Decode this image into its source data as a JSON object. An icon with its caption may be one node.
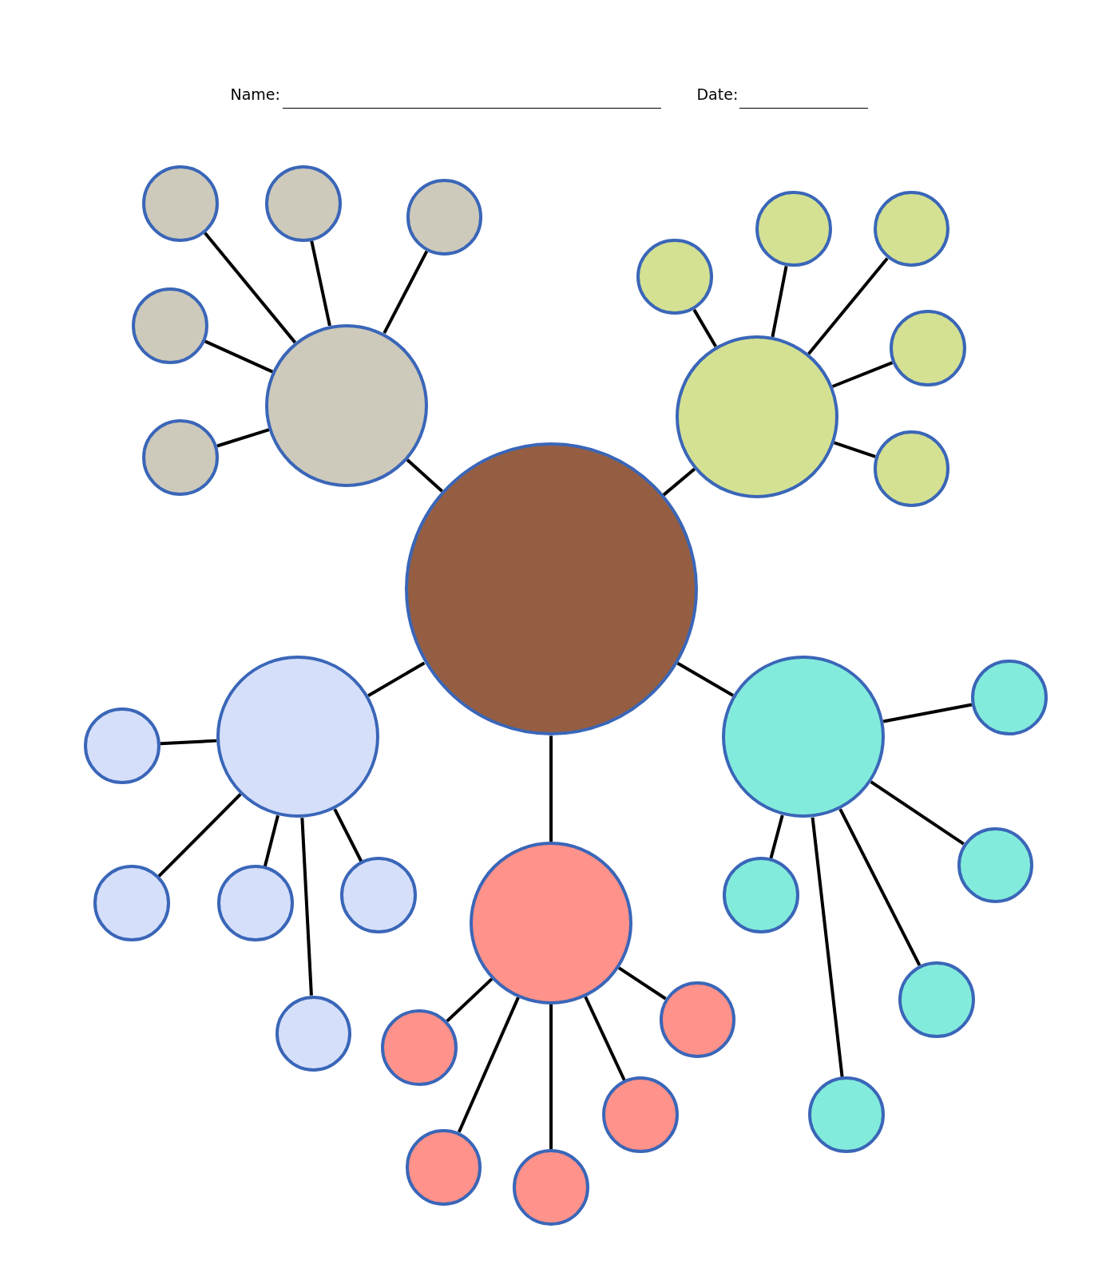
{
  "diagram": {
    "nodes": [
      {
        "text": [],
        "shape": "circle"
      },
      {
        "text": [],
        "shape": "circle"
      },
      {
        "text": [],
        "shape": "circle"
      },
      {
        "text": [],
        "shape": "circle"
      },
      {
        "text": [],
        "shape": "circle"
      },
      {
        "text": [],
        "shape": "circle"
      },
      {
        "text": [],
        "shape": "circle"
      },
      {
        "text": [],
        "shape": "circle"
      },
      {
        "text": [],
        "shape": "circle"
      },
      {
        "text": [],
        "shape": "circle"
      },
      {
        "text": [],
        "shape": "circle"
      },
      {
        "text": [],
        "shape": "circle"
      },
      {
        "text": [],
        "shape": "circle"
      },
      {
        "text": [],
        "shape": "circle"
      },
      {
        "text": [],
        "shape": "circle"
      },
      {
        "text": [],
        "shape": "circle"
      },
      {
        "text": [],
        "shape": "circle"
      },
      {
        "text": [],
        "shape": "circle"
      },
      {
        "text": [],
        "shape": "circle"
      },
      {
        "text": [],
        "shape": "circle"
      },
      {
        "text": [],
        "shape": "circle"
      },
      {
        "text": [],
        "shape": "circle"
      },
      {
        "text": [],
        "shape": "circle"
      },
      {
        "text": [],
        "shape": "circle"
      },
      {
        "text": [],
        "shape": "circle"
      },
      {
        "text": [],
        "shape": "circle"
      },
      {
        "text": [],
        "shape": "circle"
      },
      {
        "text": [],
        "shape": "circle"
      },
      {
        "text": [],
        "shape": "circle"
      },
      {
        "text": [],
        "shape": "circle"
      },
      {
        "text": [],
        "shape": "circle"
      }
    ],
    "edges": [
      {
        "from": 0,
        "to": 1,
        "arrow": "none"
      },
      {
        "from": 1,
        "to": 2,
        "arrow": "none"
      },
      {
        "from": 1,
        "to": 3,
        "arrow": "none"
      },
      {
        "from": 1,
        "to": 4,
        "arrow": "none"
      },
      {
        "from": 1,
        "to": 5,
        "arrow": "none"
      },
      {
        "from": 1,
        "to": 6,
        "arrow": "none"
      },
      {
        "from": 0,
        "to": 7,
        "arrow": "none"
      },
      {
        "from": 7,
        "to": 8,
        "arrow": "none"
      },
      {
        "from": 7,
        "to": 9,
        "arrow": "none"
      },
      {
        "from": 7,
        "to": 10,
        "arrow": "none"
      },
      {
        "from": 7,
        "to": 11,
        "arrow": "none"
      },
      {
        "from": 7,
        "to": 12,
        "arrow": "none"
      },
      {
        "from": 0,
        "to": 13,
        "arrow": "none"
      },
      {
        "from": 13,
        "to": 14,
        "arrow": "none"
      },
      {
        "from": 13,
        "to": 15,
        "arrow": "none"
      },
      {
        "from": 13,
        "to": 16,
        "arrow": "none"
      },
      {
        "from": 13,
        "to": 17,
        "arrow": "none"
      },
      {
        "from": 13,
        "to": 18,
        "arrow": "none"
      },
      {
        "from": 0,
        "to": 19,
        "arrow": "none"
      },
      {
        "from": 19,
        "to": 20,
        "arrow": "none"
      },
      {
        "from": 19,
        "to": 21,
        "arrow": "none"
      },
      {
        "from": 19,
        "to": 22,
        "arrow": "none"
      },
      {
        "from": 19,
        "to": 23,
        "arrow": "none"
      },
      {
        "from": 19,
        "to": 24,
        "arrow": "none"
      },
      {
        "from": 0,
        "to": 25,
        "arrow": "none"
      },
      {
        "from": 25,
        "to": 26,
        "arrow": "none"
      },
      {
        "from": 25,
        "to": 27,
        "arrow": "none"
      },
      {
        "from": 25,
        "to": 28,
        "arrow": "none"
      },
      {
        "from": 25,
        "to": 29,
        "arrow": "none"
      },
      {
        "from": 25,
        "to": 30,
        "arrow": "none"
      }
    ],
    "labels": [
      "Name:",
      "Date:"
    ]
  }
}
